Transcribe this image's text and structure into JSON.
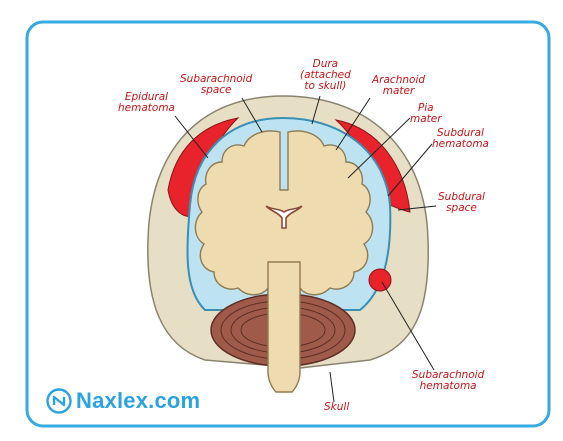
{
  "labels": {
    "epidural": [
      "Epidural",
      "hematoma"
    ],
    "subarachnoid_space": [
      "Subarachnoid",
      "space"
    ],
    "dura": [
      "Dura",
      "(attached",
      "to skull)"
    ],
    "arachnoid": [
      "Arachnoid",
      "mater"
    ],
    "pia": [
      "Pia",
      "mater"
    ],
    "subdural_hematoma": [
      "Subdural",
      "hematoma"
    ],
    "subdural_space": [
      "Subdural",
      "space"
    ],
    "subarachnoid_hematoma": [
      "Subarachnoid",
      "hematoma"
    ],
    "skull": [
      "Skull"
    ]
  },
  "brand": {
    "name": "Naxlex",
    "suffix": ".com"
  },
  "colors": {
    "frame": "#36a9e1",
    "label": "#c0171b",
    "skull": "#e6dfc6",
    "brain": "#eedcb0",
    "csf": "#bde3f2",
    "membrane": "#3a8fb4",
    "hematoma": "#e8232b",
    "cerebellum": "#a05a4a",
    "brand": "#2da3dd"
  }
}
